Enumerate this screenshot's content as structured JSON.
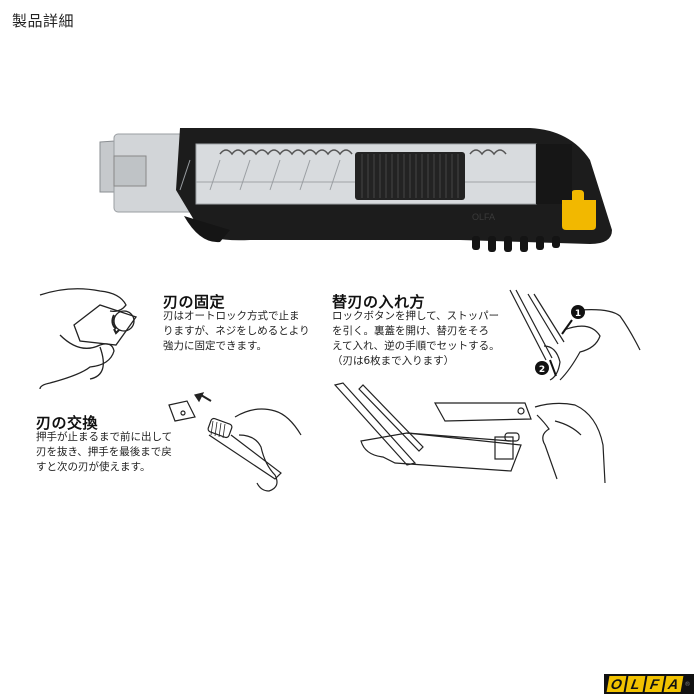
{
  "page": {
    "title": "製品詳細"
  },
  "product": {
    "name": "cutter-knife",
    "handle_color": "#1c1c1c",
    "lock_button_color": "#f2b800",
    "blade_color": "#b8bcc0",
    "handle_marking": "OLFA"
  },
  "sections": [
    {
      "title": "刃の固定",
      "body": "刃はオートロック方式で止ま\nりますが、ネジをしめるとより\n強力に固定できます。"
    },
    {
      "title": "刃の交換",
      "body": "押手が止まるまで前に出して\n刃を抜き、押手を最後まで戻\nすと次の刃が使えます。"
    },
    {
      "title": "替刃の入れ方",
      "body": "ロックボタンを押して、ストッパー\nを引く。裏蓋を開け、替刃をそろ\nえて入れ、逆の手順でセットする。\n（刃は6枚まで入ります）",
      "step_labels": [
        "1",
        "2"
      ]
    }
  ],
  "brand": {
    "letters": [
      "O",
      "L",
      "F",
      "A"
    ],
    "registered": "®",
    "yellow": "#f2c200",
    "black": "#111111"
  }
}
